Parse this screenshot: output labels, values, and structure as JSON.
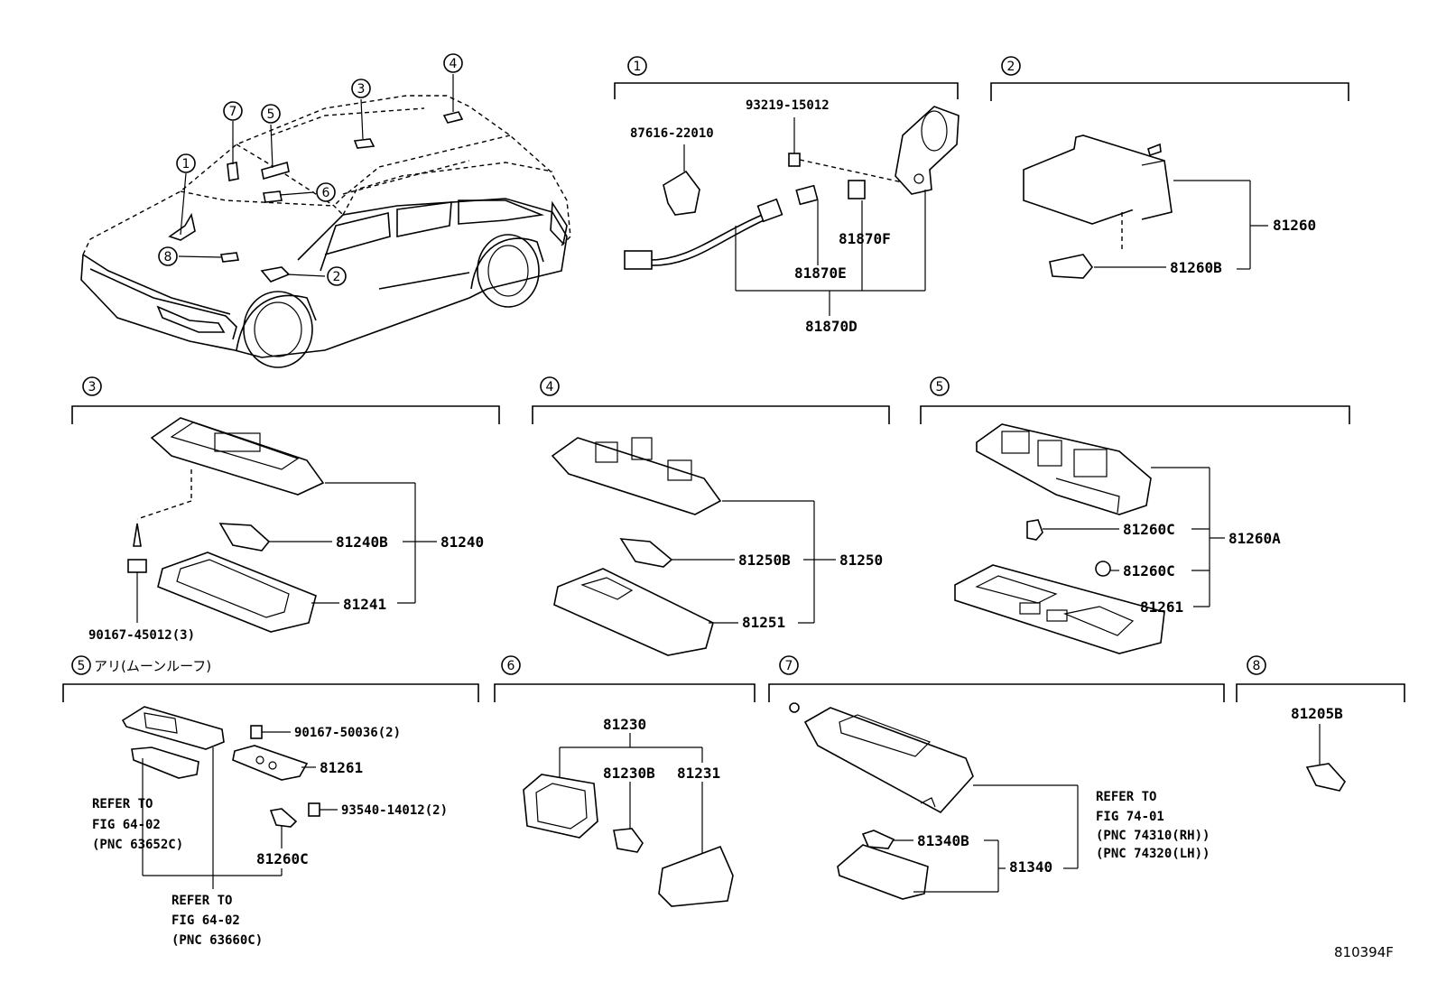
{
  "callouts": {
    "c1": "1",
    "c2": "2",
    "c3": "3",
    "c4": "4",
    "c5": "5",
    "c6": "6",
    "c7": "7",
    "c8": "8"
  },
  "sections": {
    "s1_num": "1",
    "s2_num": "2",
    "s3_num": "3",
    "s4_num": "4",
    "s5_num": "5",
    "s5b_num": "5",
    "s5b_note": "アリ(ムーンルーフ)",
    "s6_num": "6",
    "s7_num": "7",
    "s8_num": "8"
  },
  "parts": {
    "p93219": "93219-15012",
    "p87616": "87616-22010",
    "p81870F": "81870F",
    "p81870E": "81870E",
    "p81870D": "81870D",
    "p81260": "81260",
    "p81260B": "81260B",
    "p81240B": "81240B",
    "p81240": "81240",
    "p81241": "81241",
    "p90167_45012": "90167-45012(3)",
    "p81250B": "81250B",
    "p81250": "81250",
    "p81251": "81251",
    "p81260C_a": "81260C",
    "p81260C_b": "81260C",
    "p81260A": "81260A",
    "p81261_a": "81261",
    "p90167_50036": "90167-50036(2)",
    "p81261_b": "81261",
    "p93540": "93540-14012(2)",
    "p81260C_c": "81260C",
    "p81230": "81230",
    "p81230B": "81230B",
    "p81231": "81231",
    "p81340B": "81340B",
    "p81340": "81340",
    "p81205B": "81205B"
  },
  "refs": {
    "r1_l1": "REFER TO",
    "r1_l2": "FIG 64-02",
    "r1_l3": "(PNC 63652C)",
    "r2_l1": "REFER TO",
    "r2_l2": "FIG 64-02",
    "r2_l3": "(PNC 63660C)",
    "r3_l1": "REFER TO",
    "r3_l2": "FIG 74-01",
    "r3_l3": "(PNC 74310(RH))",
    "r3_l4": "(PNC 74320(LH))"
  },
  "figure_code": "810394F"
}
